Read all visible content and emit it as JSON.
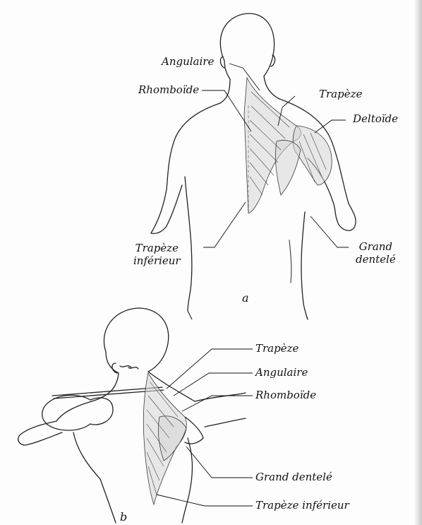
{
  "figure_a": {
    "letter": "a",
    "labels": {
      "angulaire": "Angulaire",
      "rhomboide": "Rhomboïde",
      "trapeze": "Trapèze",
      "deltoide": "Deltoïde",
      "trapeze_inferieur_line1": "Trapèze",
      "trapeze_inferieur_line2": "inférieur",
      "grand_dentele_line1": "Grand",
      "grand_dentele_line2": "dentelé"
    }
  },
  "figure_b": {
    "letter": "b",
    "labels": {
      "trapeze": "Trapèze",
      "angulaire": "Angulaire",
      "rhomboide": "Rhomboïde",
      "grand_dentele": "Grand dentelé",
      "trapeze_inferieur": "Trapèze inférieur"
    }
  }
}
